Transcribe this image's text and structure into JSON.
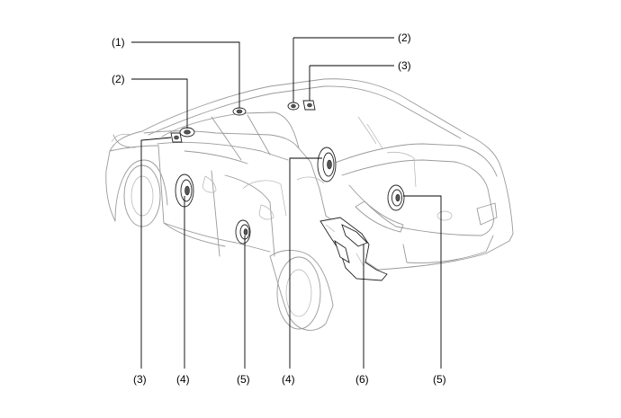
{
  "callouts": [
    {
      "id": "c1",
      "text": "(1)"
    },
    {
      "id": "c2a",
      "text": "(2)"
    },
    {
      "id": "c2b",
      "text": "(2)"
    },
    {
      "id": "c3a",
      "text": "(3)"
    },
    {
      "id": "c3b",
      "text": "(3)"
    },
    {
      "id": "c4a",
      "text": "(4)"
    },
    {
      "id": "c5a",
      "text": "(5)"
    },
    {
      "id": "c4b",
      "text": "(4)"
    },
    {
      "id": "c6",
      "text": "(6)"
    },
    {
      "id": "c5b",
      "text": "(5)"
    }
  ]
}
